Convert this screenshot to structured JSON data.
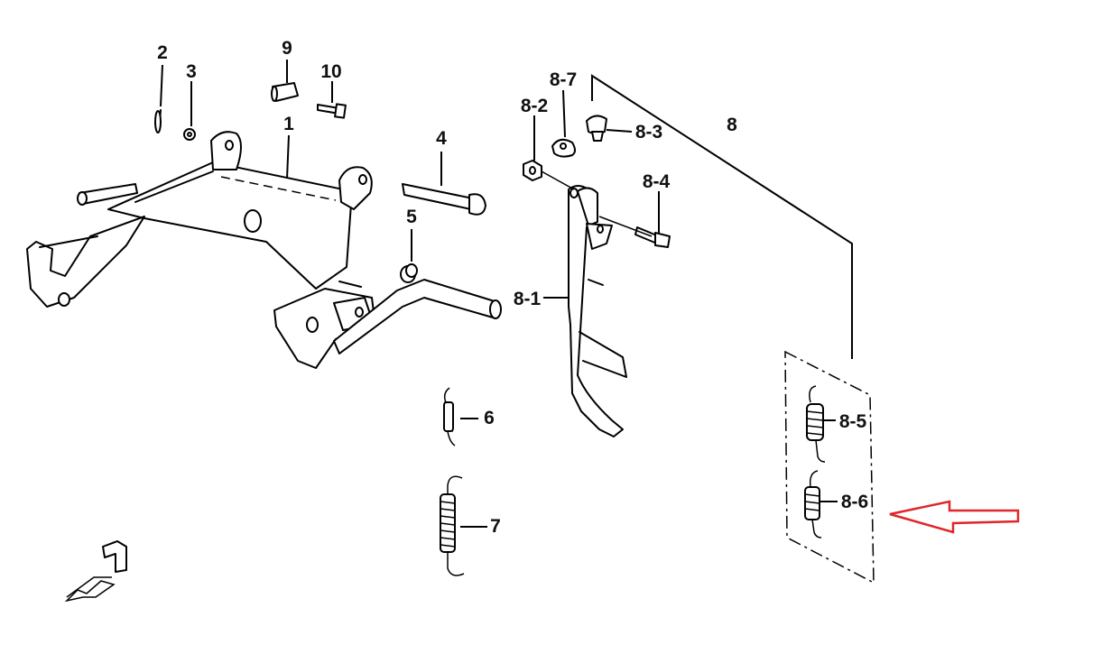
{
  "labels": {
    "p1": "1",
    "p2": "2",
    "p3": "3",
    "p4": "4",
    "p5": "5",
    "p6": "6",
    "p7": "7",
    "p8": "8",
    "p9": "9",
    "p10": "10",
    "p8_1": "8-1",
    "p8_2": "8-2",
    "p8_3": "8-3",
    "p8_4": "8-4",
    "p8_5": "8-5",
    "p8_6": "8-6",
    "p8_7": "8-7"
  },
  "colors": {
    "line": "#000000",
    "background": "#ffffff",
    "highlight_arrow": "#e0262a"
  },
  "icons": {
    "front_direction": "front-direction-icon",
    "pointer_arrow": "left-arrow-icon"
  }
}
